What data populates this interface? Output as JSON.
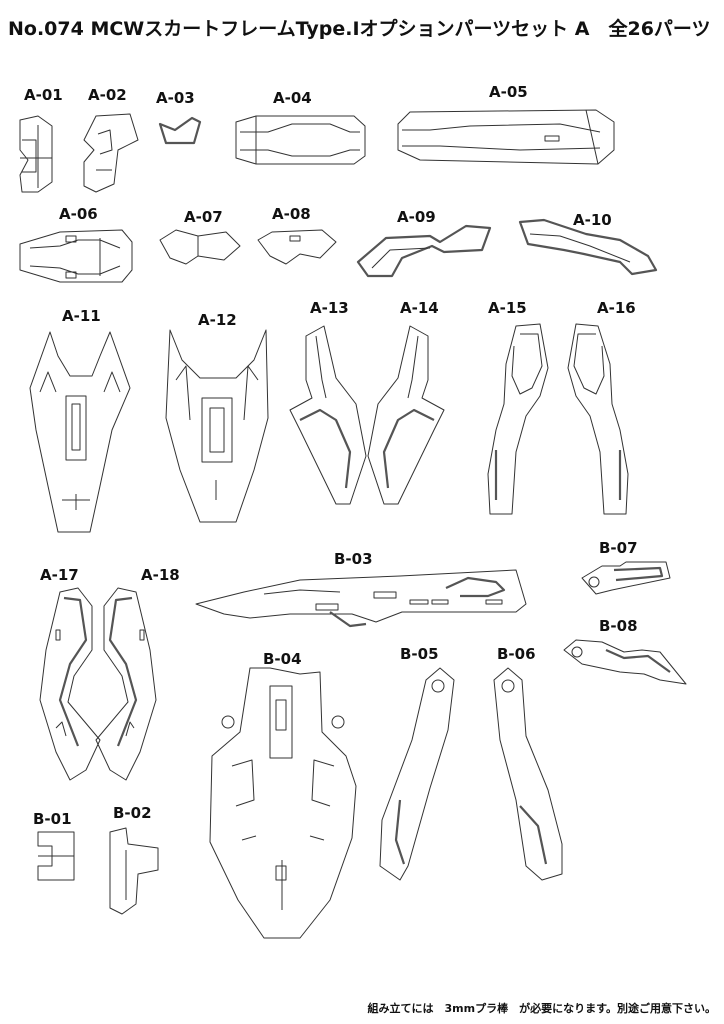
{
  "title": "No.074 MCWスカートフレームType.Ⅰオプションパーツセット A　全26パーツ",
  "note": "組み立てには　3mmプラ棒　が必要になります。別途ご用意下さい。",
  "parts": {
    "A01": "A-01",
    "A02": "A-02",
    "A03": "A-03",
    "A04": "A-04",
    "A05": "A-05",
    "A06": "A-06",
    "A07": "A-07",
    "A08": "A-08",
    "A09": "A-09",
    "A10": "A-10",
    "A11": "A-11",
    "A12": "A-12",
    "A13": "A-13",
    "A14": "A-14",
    "A15": "A-15",
    "A16": "A-16",
    "A17": "A-17",
    "A18": "A-18",
    "B01": "B-01",
    "B02": "B-02",
    "B03": "B-03",
    "B04": "B-04",
    "B05": "B-05",
    "B06": "B-06",
    "B07": "B-07",
    "B08": "B-08"
  }
}
